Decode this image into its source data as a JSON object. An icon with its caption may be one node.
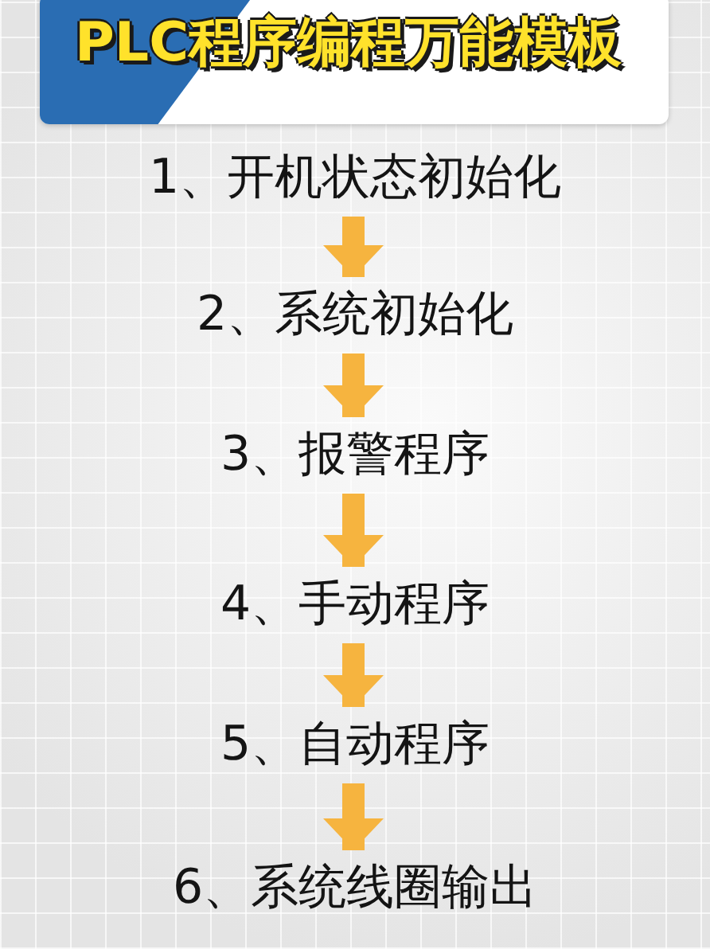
{
  "diagram": {
    "title": "PLC程序编程万能模板",
    "nodes": [
      {
        "text": [
          "1、开机状态初始化"
        ]
      },
      {
        "text": [
          "2、系统初始化"
        ]
      },
      {
        "text": [
          "3、报警程序"
        ]
      },
      {
        "text": [
          "4、手动程序"
        ]
      },
      {
        "text": [
          "5、自动程序"
        ]
      },
      {
        "text": [
          "6、系统线圈输出"
        ]
      }
    ],
    "edges": [
      {
        "from": 0,
        "to": 1,
        "arrow": "to"
      },
      {
        "from": 1,
        "to": 2,
        "arrow": "to"
      },
      {
        "from": 2,
        "to": 3,
        "arrow": "to"
      },
      {
        "from": 3,
        "to": 4,
        "arrow": "to"
      },
      {
        "from": 4,
        "to": 5,
        "arrow": "to"
      }
    ]
  }
}
